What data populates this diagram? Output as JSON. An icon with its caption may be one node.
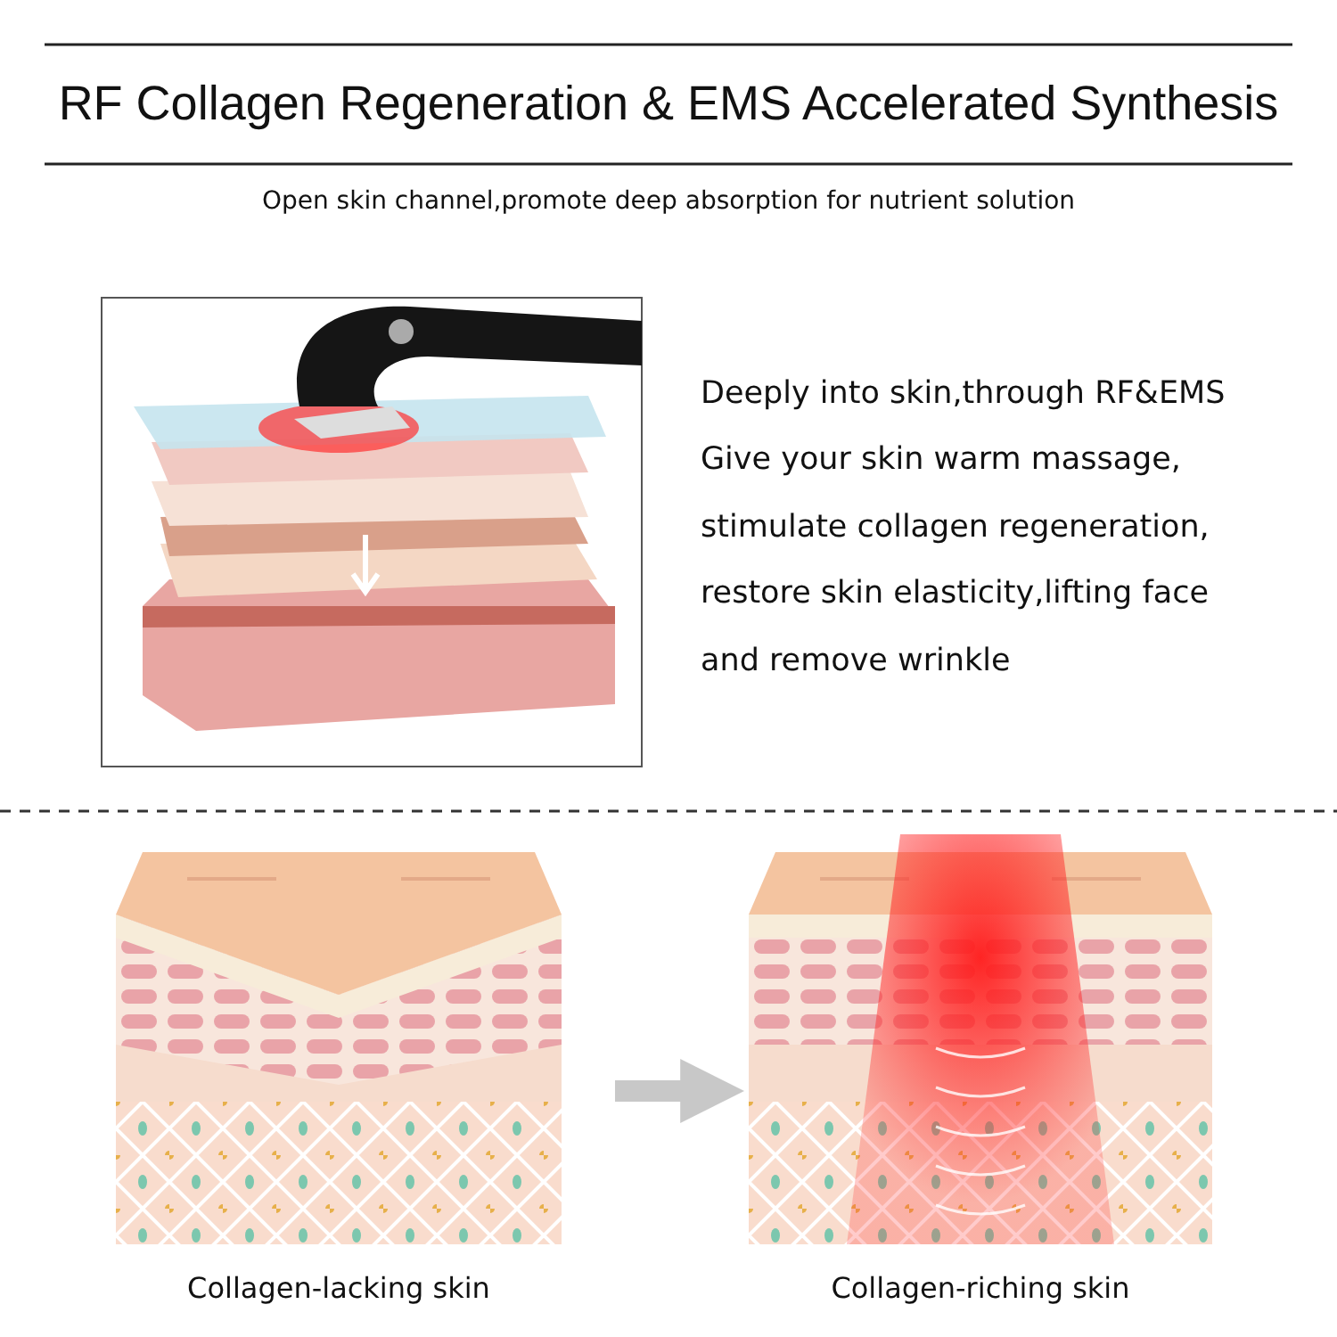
{
  "diagram": {
    "title": "RF Collagen Regeneration & EMS Accelerated Synthesis",
    "nodes": [
      {
        "text": [],
        "shape": "picture",
        "beside": [
          "Collagen-lacking skin"
        ]
      },
      {
        "text": [],
        "shape": "picture",
        "beside": [
          "Collagen-riching skin"
        ]
      }
    ],
    "edges": [
      {
        "from": 0,
        "to": 1,
        "arrow": "to"
      }
    ],
    "labels": [
      "Open skin channel,promote deep absorption for nutrient solution",
      "Deeply into skin,through RF&EMS",
      "Give your skin warm massage, stimulate collagen regeneration, restore skin elasticity,lifting face and remove wrinkle"
    ]
  }
}
